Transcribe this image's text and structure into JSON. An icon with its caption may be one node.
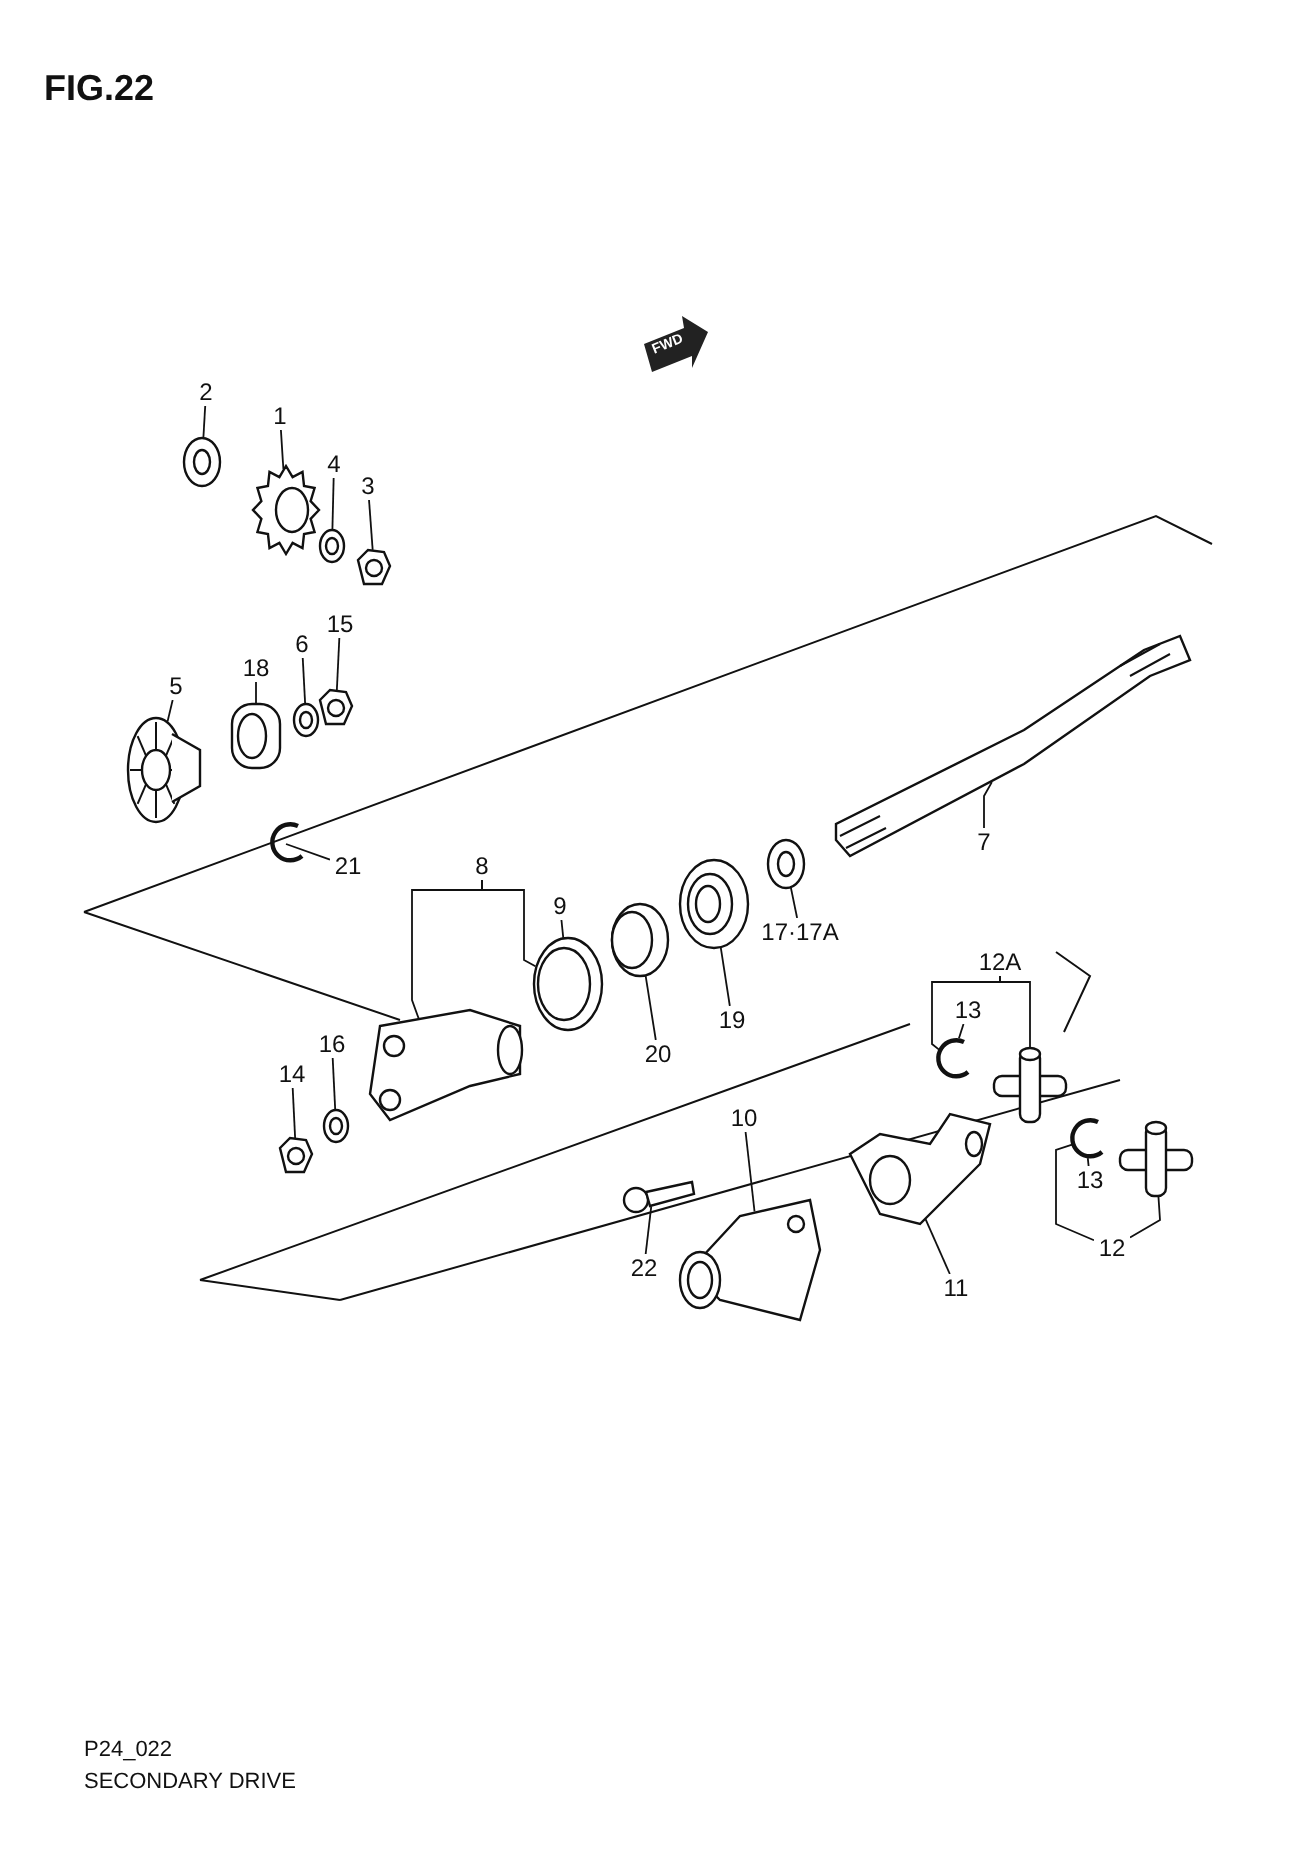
{
  "diagram": {
    "title": "FIG.22",
    "caption": "SECONDARY DRIVE",
    "nodes": [
      {
        "text": [
          "2"
        ]
      },
      {
        "text": [
          "1"
        ]
      },
      {
        "text": [
          "4"
        ]
      },
      {
        "text": [
          "3"
        ]
      },
      {
        "text": [
          "15"
        ]
      },
      {
        "text": [
          "18"
        ]
      },
      {
        "text": [
          "6"
        ]
      },
      {
        "text": [
          "5"
        ]
      },
      {
        "text": [
          "21"
        ]
      },
      {
        "text": [
          "8"
        ]
      },
      {
        "text": [
          "9"
        ]
      },
      {
        "text": [
          "7"
        ]
      },
      {
        "text": [
          "17·17A"
        ]
      },
      {
        "text": [
          "12A"
        ]
      },
      {
        "text": [
          "13"
        ]
      },
      {
        "text": [
          "19"
        ]
      },
      {
        "text": [
          "20"
        ]
      },
      {
        "text": [
          "16"
        ]
      },
      {
        "text": [
          "14"
        ]
      },
      {
        "text": [
          "10"
        ]
      },
      {
        "text": [
          "22"
        ]
      },
      {
        "text": [
          "11"
        ]
      },
      {
        "text": [
          "13"
        ]
      },
      {
        "text": [
          "12"
        ]
      },
      {
        "text": [],
        "shape": "picture"
      },
      {
        "text": [],
        "shape": "picture"
      },
      {
        "text": [],
        "shape": "picture"
      },
      {
        "text": [],
        "shape": "picture"
      },
      {
        "text": [],
        "shape": "picture"
      },
      {
        "text": [],
        "shape": "picture"
      },
      {
        "text": [],
        "shape": "picture"
      },
      {
        "text": [],
        "shape": "picture"
      },
      {
        "text": [],
        "shape": "picture"
      },
      {
        "text": [],
        "shape": "picture"
      },
      {
        "text": [],
        "shape": "picture"
      },
      {
        "text": [],
        "shape": "picture"
      },
      {
        "text": [],
        "shape": "picture"
      },
      {
        "text": [],
        "shape": "picture"
      },
      {
        "text": [],
        "shape": "picture"
      },
      {
        "text": [],
        "shape": "picture"
      },
      {
        "text": [],
        "shape": "picture"
      },
      {
        "text": [],
        "shape": "picture"
      },
      {
        "text": [],
        "shape": "picture"
      },
      {
        "text": [],
        "shape": "picture"
      },
      {
        "text": [],
        "shape": "picture"
      },
      {
        "text": [],
        "shape": "picture"
      },
      {
        "text": [],
        "shape": "picture"
      },
      {
        "text": [],
        "shape": "picture"
      }
    ],
    "edges": [
      {
        "from": 0,
        "to": 24,
        "arrow": "none"
      },
      {
        "from": 1,
        "to": 25,
        "arrow": "none"
      },
      {
        "from": 2,
        "to": 26,
        "arrow": "none"
      },
      {
        "from": 3,
        "to": 27,
        "arrow": "none"
      },
      {
        "from": 4,
        "to": 28,
        "arrow": "none"
      },
      {
        "from": 5,
        "to": 29,
        "arrow": "none"
      },
      {
        "from": 6,
        "to": 30,
        "arrow": "none"
      },
      {
        "from": 7,
        "to": 31,
        "arrow": "none"
      },
      {
        "from": 8,
        "to": 32,
        "arrow": "none"
      },
      {
        "from": 9,
        "to": 33,
        "arrow": "none"
      },
      {
        "from": 9,
        "to": 34,
        "arrow": "none"
      },
      {
        "from": 10,
        "to": 34,
        "arrow": "none"
      },
      {
        "from": 11,
        "to": 38,
        "arrow": "none"
      },
      {
        "from": 12,
        "to": 37,
        "arrow": "none"
      },
      {
        "from": 13,
        "to": 39,
        "arrow": "none"
      },
      {
        "from": 13,
        "to": 40,
        "arrow": "none"
      },
      {
        "from": 14,
        "to": 39,
        "arrow": "none"
      },
      {
        "from": 15,
        "to": 36,
        "arrow": "none"
      },
      {
        "from": 16,
        "to": 35,
        "arrow": "none"
      },
      {
        "from": 17,
        "to": 42,
        "arrow": "none"
      },
      {
        "from": 18,
        "to": 41,
        "arrow": "none"
      },
      {
        "from": 19,
        "to": 44,
        "arrow": "none"
      },
      {
        "from": 20,
        "to": 43,
        "arrow": "none"
      },
      {
        "from": 21,
        "to": 45,
        "arrow": "none"
      },
      {
        "from": 22,
        "to": 46,
        "arrow": "none"
      },
      {
        "from": 23,
        "to": 46,
        "arrow": "none"
      },
      {
        "from": 23,
        "to": 47,
        "arrow": "none"
      }
    ],
    "labels": [
      "FWD",
      "P24_022"
    ]
  }
}
